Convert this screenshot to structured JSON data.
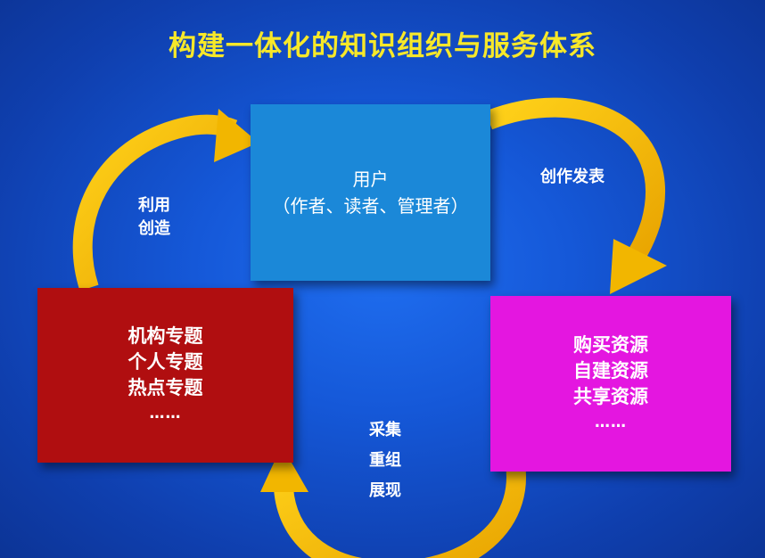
{
  "title": "构建一体化的知识组织与服务体系",
  "boxes": {
    "user": {
      "line1": "用户",
      "line2": "（作者、读者、管理者）"
    },
    "topics": {
      "items": [
        "机构专题",
        "个人专题",
        "热点专题",
        "……"
      ]
    },
    "resources": {
      "items": [
        "购买资源",
        "自建资源",
        "共享资源",
        "……"
      ]
    }
  },
  "labels": {
    "left": [
      "利用",
      "创造"
    ],
    "right": [
      "创作发表"
    ],
    "bottom": [
      "采集",
      "重组",
      "展现"
    ]
  },
  "colors": {
    "title": "#f7e829",
    "arrow": "#f2b600",
    "user_box": "#1b88d8",
    "topic_box": "#b00e10",
    "resource_box": "#e416e0"
  }
}
